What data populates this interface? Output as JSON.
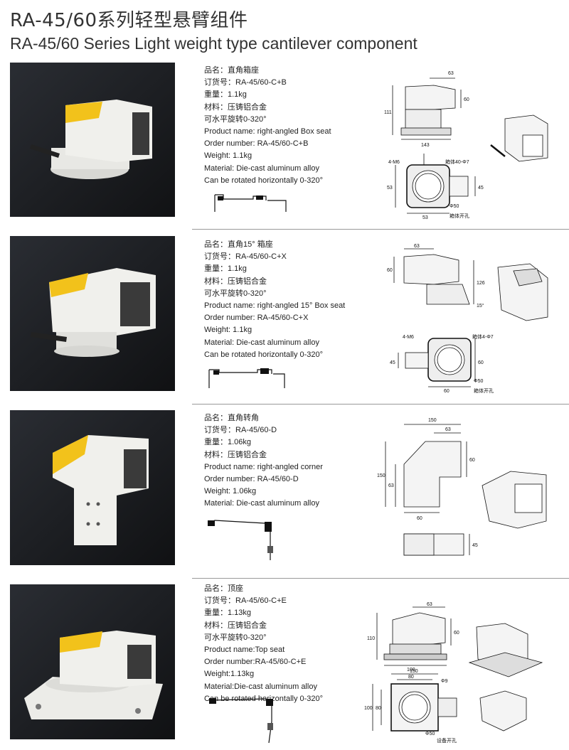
{
  "header": {
    "title_cn": "RA-45/60系列轻型悬臂组件",
    "title_en": "RA-45/60 Series Light weight type cantilever component"
  },
  "colors": {
    "accent_yellow": "#f2c21b",
    "body_white": "#f2f2ee",
    "photo_bg": "#1d1f24",
    "handle_black": "#222222"
  },
  "products": [
    {
      "name_cn": "品名：直角箱座",
      "order_cn": "订货号：RA-45/60-C+B",
      "weight_cn": "重量：1.1kg",
      "material_cn": "材料：压铸铝合金",
      "rotation_cn": "可水平旋转0-320°",
      "name_en": "Product name: right-angled Box seat",
      "order_en": "Order number: RA-45/60-C+B",
      "weight_en": "Weight: 1.1kg",
      "material_en": "Material: Die-cast aluminum alloy",
      "rotation_en": "Can be rotated horizontally 0-320°",
      "dims": {
        "d63": "63",
        "d60": "60",
        "d111": "111",
        "d143": "143",
        "d4m6": "4-M6",
        "hole": "箱体40-Φ7",
        "d53a": "53",
        "d45": "45",
        "d53b": "53",
        "phi50": "Φ50",
        "box_hole": "箱体开孔"
      }
    },
    {
      "name_cn": "品名：直角15° 箱座",
      "order_cn": "订货号：RA-45/60-C+X",
      "weight_cn": "重量：1.1kg",
      "material_cn": "材料：压铸铝合金",
      "rotation_cn": "可水平旋转0-320°",
      "name_en": "Product name: right-angled 15° Box seat",
      "order_en": "Order number: RA-45/60-C+X",
      "weight_en": "Weight: 1.1kg",
      "material_en": "Material: Die-cast aluminum alloy",
      "rotation_en": "Can be rotated horizontally 0-320°",
      "dims": {
        "d63": "63",
        "d60": "60",
        "d126": "126",
        "d15": "15°",
        "d4m6": "4-M6",
        "hole": "箱体4-Φ7",
        "d45": "45",
        "d60b": "60",
        "d60c": "60",
        "phi50": "Φ50",
        "box_hole": "箱体开孔"
      }
    },
    {
      "name_cn": "品名：直角转角",
      "order_cn": "订货号：RA-45/60-D",
      "weight_cn": "重量：1.06kg",
      "material_cn": "材料：压铸铝合金",
      "name_en": "Product name: right-angled corner",
      "order_en": "Order number: RA-45/60-D",
      "weight_en": "Weight: 1.06kg",
      "material_en": "Material: Die-cast aluminum alloy",
      "dims": {
        "d150a": "150",
        "d63": "63",
        "d60a": "60",
        "d150b": "150",
        "d63b": "63",
        "d60b": "60",
        "d45": "45"
      }
    },
    {
      "name_cn": "品名：顶座",
      "order_cn": "订货号：RA-45/60-C+E",
      "weight_cn": "重量：1.13kg",
      "material_cn": "材料：压铸铝合金",
      "rotation_cn": "可水平旋转0-320°",
      "name_en": "Product name:Top seat",
      "order_en": "Order number:RA-45/60-C+E",
      "weight_en": "Weight:1.13kg",
      "material_en": "Material:Die-cast aluminum alloy",
      "rotation_en": "Can be rotated horizontally 0-320°",
      "dims": {
        "d63": "63",
        "d60": "60",
        "d110": "110",
        "d150": "150",
        "d100a": "100",
        "d80a": "80",
        "d9": "Φ9",
        "d100b": "100",
        "d80b": "80",
        "phi50": "Φ50",
        "hole": "设备开孔"
      }
    }
  ]
}
